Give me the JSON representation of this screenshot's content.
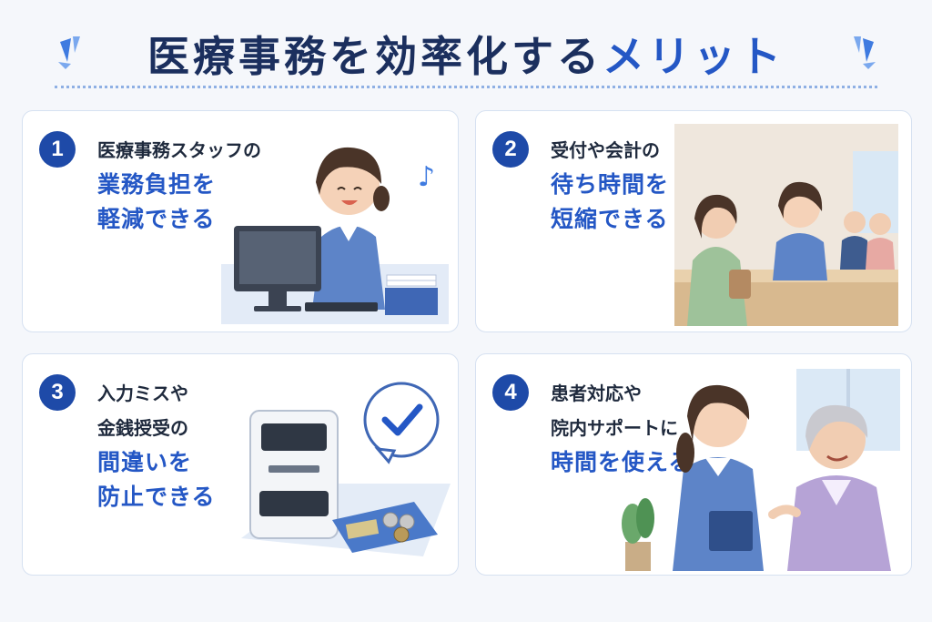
{
  "title": {
    "main": "医療事務を効率化する",
    "accent": "メリット"
  },
  "colors": {
    "navy": "#1b2f5e",
    "blue": "#2457c5",
    "badge": "#1e4aa8",
    "border": "#d6e1f1"
  },
  "cards": [
    {
      "number": "1",
      "line1": "医療事務スタッフの",
      "line2": "業務負担を",
      "line3": "軽減できる",
      "icon": "office-worker-computer-icon"
    },
    {
      "number": "2",
      "line1": "受付や会計の",
      "line2": "待ち時間を",
      "line3": "短縮できる",
      "icon": "reception-clock-icon"
    },
    {
      "number": "3",
      "line1": "入力ミスや",
      "line2": "金銭授受の",
      "line3": "間違いを",
      "line4": "防止できる",
      "icon": "payment-machine-check-icon"
    },
    {
      "number": "4",
      "line1": "患者対応や",
      "line2": "院内サポートに",
      "line3": "時間を使える",
      "icon": "staff-elderly-patient-icon"
    }
  ]
}
